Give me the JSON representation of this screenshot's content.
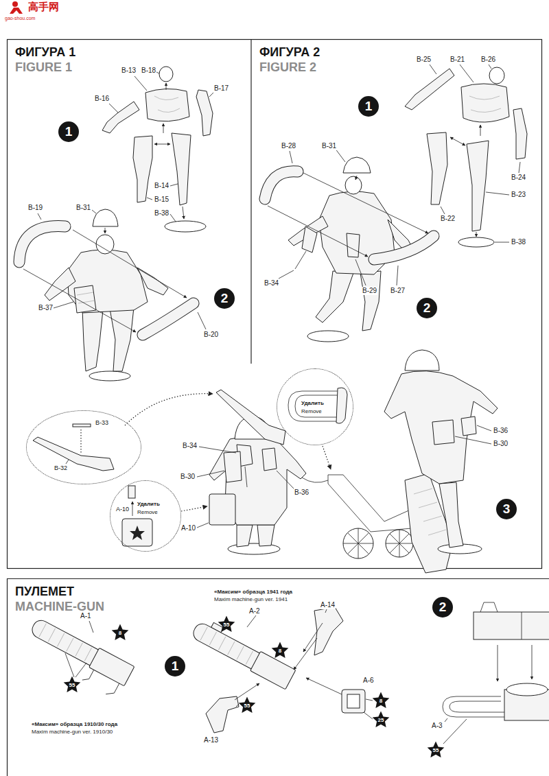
{
  "diagram": {
    "nodes": [
      {
        "text": [
          "ФИГУРА 1",
          "FIGURE 1"
        ]
      },
      {
        "text": [
          "1"
        ],
        "in": 0
      },
      {
        "text": [
          "2"
        ],
        "in": 0
      },
      {
        "text": [
          "ФИГУРА 2",
          "FIGURE 2"
        ]
      },
      {
        "text": [
          "1"
        ],
        "in": 3
      },
      {
        "text": [
          "2"
        ],
        "in": 3
      },
      {
        "text": [
          "B-33",
          "B-32"
        ]
      },
      {
        "text": [
          "A-10",
          "Удалить",
          "Remove"
        ]
      },
      {
        "text": [
          "Удалить",
          "Remove"
        ]
      },
      {
        "text": [
          "3"
        ]
      },
      {
        "text": [
          "ПУЛЕМЕТ",
          "MACHINE-GUN"
        ]
      },
      {
        "text": [
          "1"
        ],
        "in": 10
      },
      {
        "text": [
          "2"
        ],
        "in": 10
      },
      {
        "text": [
          "8"
        ],
        "in": 10
      },
      {
        "text": [
          "55"
        ],
        "in": 10
      },
      {
        "text": [
          "55"
        ],
        "in": 10
      },
      {
        "text": [
          "8"
        ],
        "in": 10
      },
      {
        "text": [
          "55"
        ],
        "in": 10
      },
      {
        "text": [
          "8"
        ],
        "in": 10
      },
      {
        "text": [
          "25"
        ],
        "in": 10
      },
      {
        "text": [
          "55"
        ],
        "in": 10
      }
    ],
    "labels": [
      "高手网",
      "gao-shou.com",
      "B-13",
      "B-18",
      "B-17",
      "B-16",
      "B-14",
      "B-15",
      "B-38",
      "B-19",
      "B-31",
      "B-37",
      "B-20",
      "B-25",
      "B-21",
      "B-26",
      "B-28",
      "B-31",
      "B-24",
      "B-23",
      "B-22",
      "B-38",
      "B-34",
      "B-29",
      "B-27",
      "B-34",
      "B-30",
      "A-10",
      "B-36",
      "B-36",
      "B-30",
      "«Максим» образца 1941 года",
      "Maxim machine-gun ver. 1941",
      "A-1",
      "A-2",
      "A-14",
      "A-6",
      "A-13",
      "A-3",
      "«Максим» образца 1910/30 года",
      "Maxim machine-gun ver. 1910/30"
    ]
  }
}
